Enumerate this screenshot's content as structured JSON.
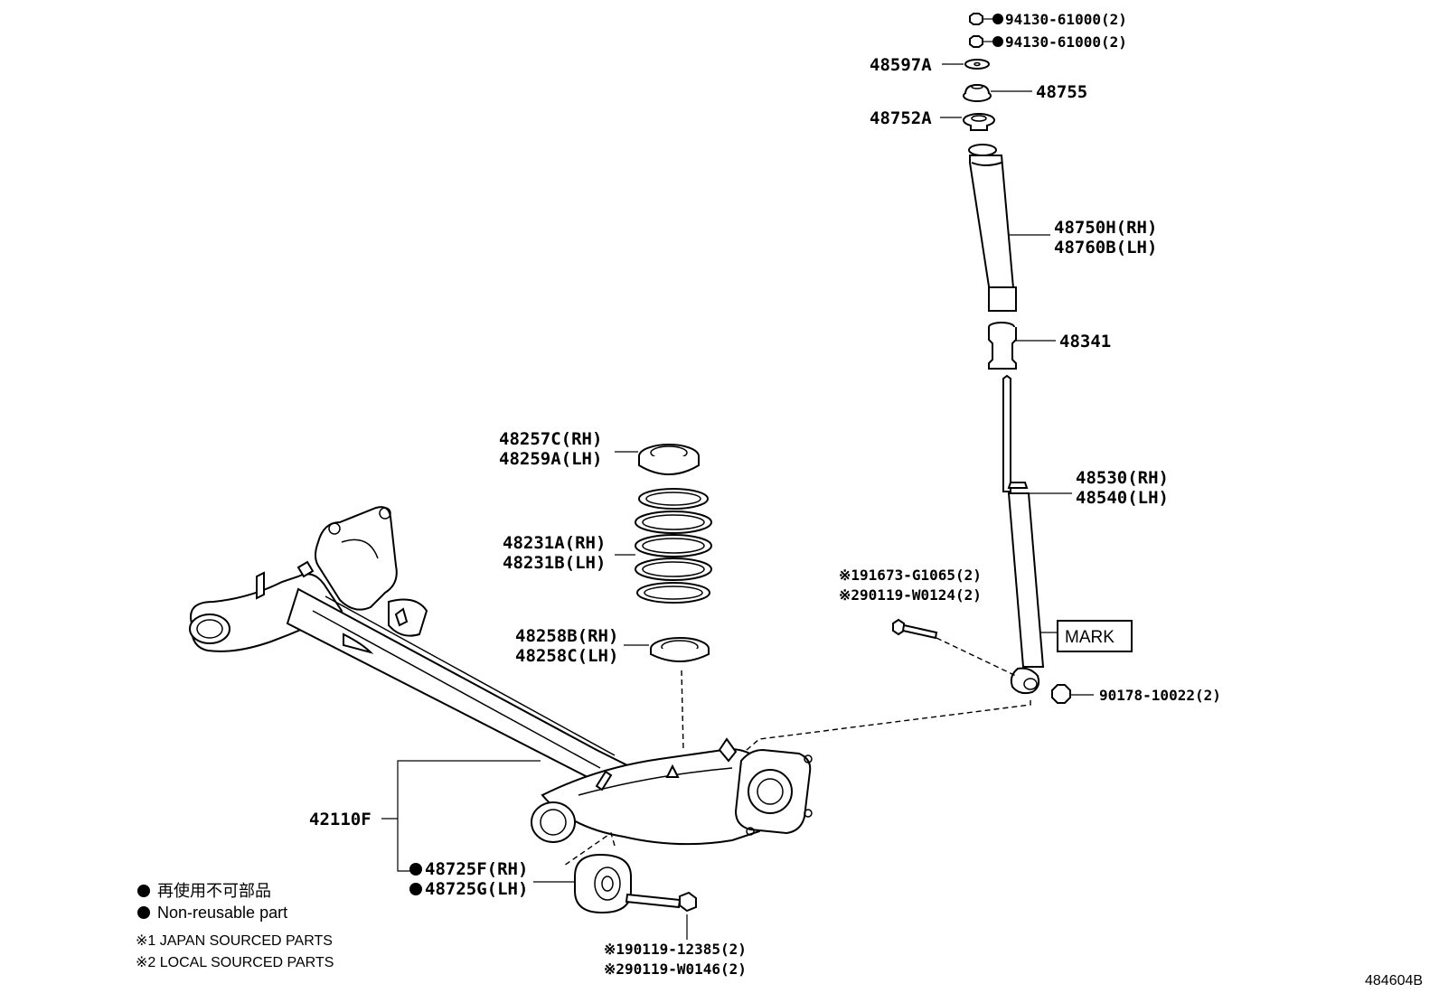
{
  "labels": {
    "nut_upper": "94130-61000(2)",
    "nut_lower": "94130-61000(2)",
    "washer": "48597A",
    "cushion": "48755",
    "support": "48752A",
    "boot_rh": "48750H(RH)",
    "boot_lh": "48760B(LH)",
    "bumper": "48341",
    "absorber_rh": "48530(RH)",
    "absorber_lh": "48540(LH)",
    "bolt_a1": "※191673-G1065(2)",
    "bolt_a2": "※290119-W0124(2)",
    "mark": "MARK",
    "nut_absorber": "90178-10022(2)",
    "upper_seat_rh": "48257C(RH)",
    "upper_seat_lh": "48259A(LH)",
    "spring_rh": "48231A(RH)",
    "spring_lh": "48231B(LH)",
    "lower_seat_rh": "48258B(RH)",
    "lower_seat_lh": "48258C(LH)",
    "axle_beam": "42110F",
    "bushing_rh": "48725F(RH)",
    "bushing_lh": "48725G(LH)",
    "bolt_b1": "※190119-12385(2)",
    "bolt_b2": "※290119-W0146(2)",
    "drawing_no": "484604B"
  },
  "legend": {
    "nonreusable_jp": "再使用不可部品",
    "nonreusable_en": "Non-reusable part",
    "note1": "※1 JAPAN SOURCED PARTS",
    "note2": "※2 LOCAL SOURCED PARTS"
  }
}
